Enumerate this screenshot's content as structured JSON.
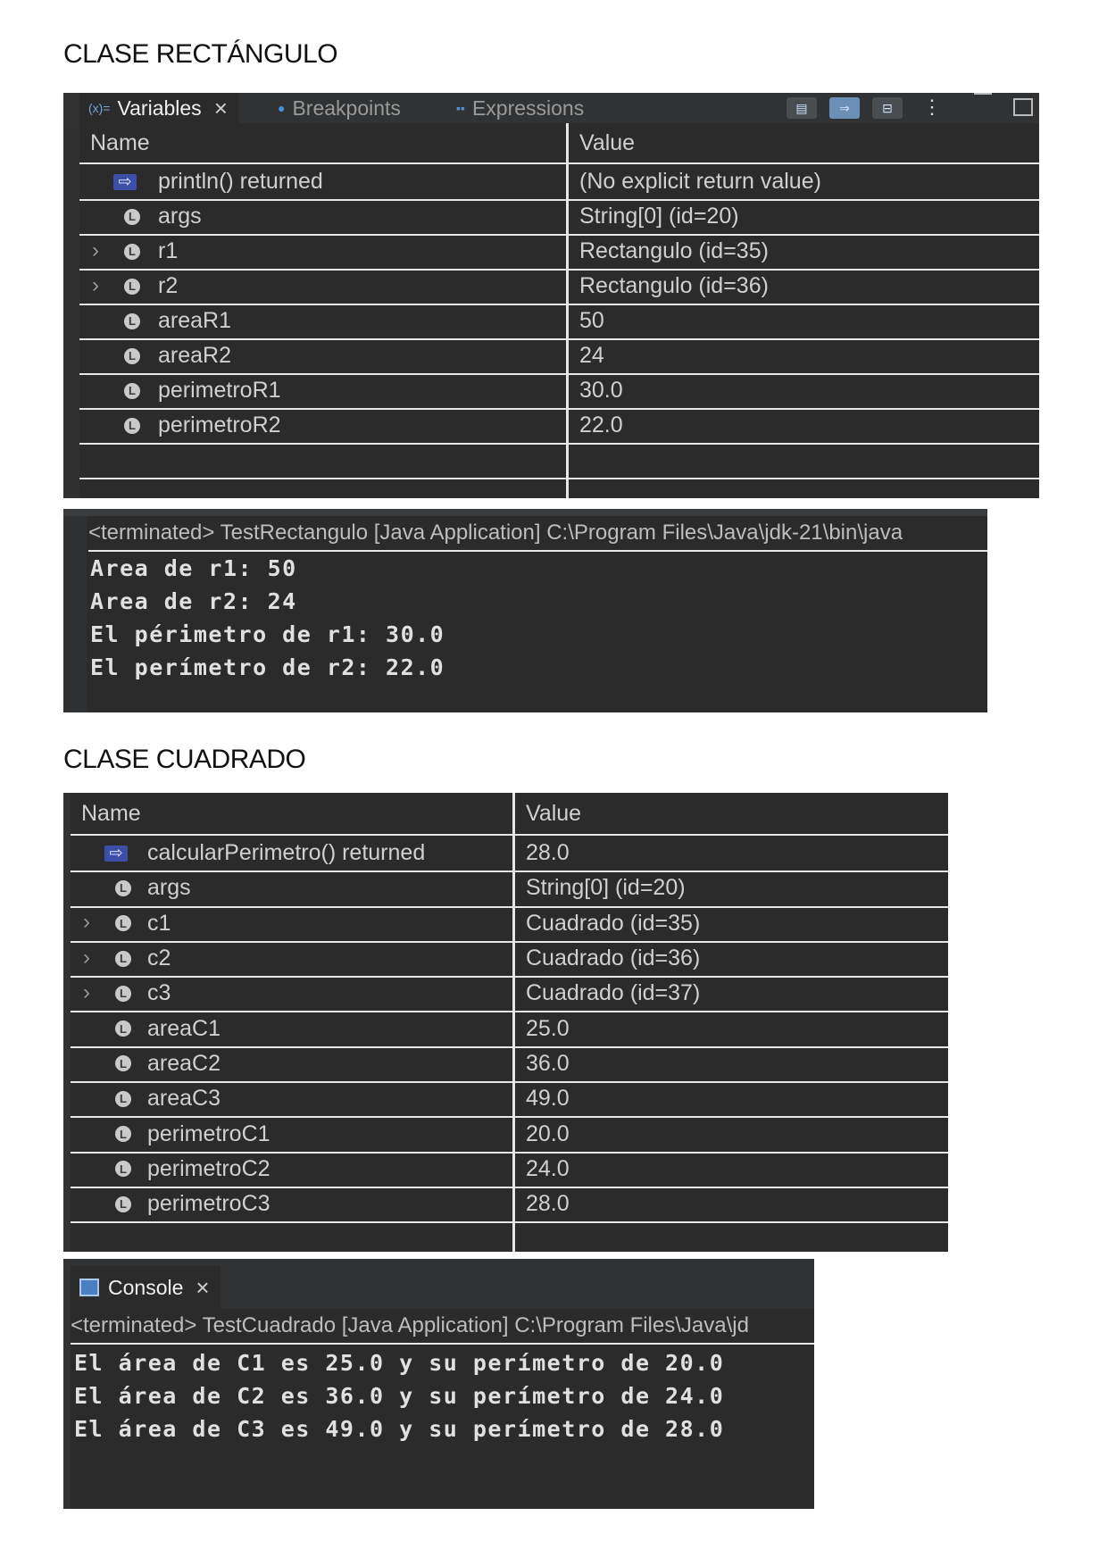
{
  "section1": {
    "heading": "CLASE RECTÁNGULO",
    "tabs": {
      "variables": "Variables",
      "breakpoints": "Breakpoints",
      "expressions": "Expressions"
    },
    "columns": {
      "name": "Name",
      "value": "Value"
    },
    "rows": [
      {
        "name": "println() returned",
        "value": "(No explicit return value)",
        "kind": "return",
        "expandable": false
      },
      {
        "name": "args",
        "value": "String[0]  (id=20)",
        "kind": "local",
        "expandable": false
      },
      {
        "name": "r1",
        "value": "Rectangulo  (id=35)",
        "kind": "local",
        "expandable": true
      },
      {
        "name": "r2",
        "value": "Rectangulo  (id=36)",
        "kind": "local",
        "expandable": true
      },
      {
        "name": "areaR1",
        "value": "50",
        "kind": "local",
        "expandable": false
      },
      {
        "name": "areaR2",
        "value": "24",
        "kind": "local",
        "expandable": false
      },
      {
        "name": "perimetroR1",
        "value": "30.0",
        "kind": "local",
        "expandable": false
      },
      {
        "name": "perimetroR2",
        "value": "22.0",
        "kind": "local",
        "expandable": false
      }
    ],
    "console": {
      "status": "<terminated> TestRectangulo [Java Application] C:\\Program Files\\Java\\jdk-21\\bin\\java",
      "lines": [
        "Area de r1: 50",
        "Area de r2: 24",
        "El périmetro de r1: 30.0",
        "El perímetro de r2: 22.0"
      ]
    }
  },
  "section2": {
    "heading": "CLASE CUADRADO",
    "columns": {
      "name": "Name",
      "value": "Value"
    },
    "rows": [
      {
        "name": "calcularPerimetro() returned",
        "value": "28.0",
        "kind": "return",
        "expandable": false
      },
      {
        "name": "args",
        "value": "String[0]  (id=20)",
        "kind": "local",
        "expandable": false
      },
      {
        "name": "c1",
        "value": "Cuadrado  (id=35)",
        "kind": "local",
        "expandable": true
      },
      {
        "name": "c2",
        "value": "Cuadrado  (id=36)",
        "kind": "local",
        "expandable": true
      },
      {
        "name": "c3",
        "value": "Cuadrado  (id=37)",
        "kind": "local",
        "expandable": true
      },
      {
        "name": "areaC1",
        "value": "25.0",
        "kind": "local",
        "expandable": false
      },
      {
        "name": "areaC2",
        "value": "36.0",
        "kind": "local",
        "expandable": false
      },
      {
        "name": "areaC3",
        "value": "49.0",
        "kind": "local",
        "expandable": false
      },
      {
        "name": "perimetroC1",
        "value": "20.0",
        "kind": "local",
        "expandable": false
      },
      {
        "name": "perimetroC2",
        "value": "24.0",
        "kind": "local",
        "expandable": false
      },
      {
        "name": "perimetroC3",
        "value": "28.0",
        "kind": "local",
        "expandable": false
      }
    ],
    "console": {
      "tab": "Console",
      "status": "<terminated> TestCuadrado [Java Application] C:\\Program Files\\Java\\jd",
      "lines": [
        "El área de C1 es 25.0 y su perímetro de 20.0",
        "El área de C2 es 36.0 y su perímetro de 24.0",
        "El área de C3 es 49.0 y su perímetro de 28.0"
      ]
    }
  },
  "colors": {
    "panel_bg": "#2b2b2b",
    "grid_lines": "#e6e6e6",
    "text": "#d0d0d0",
    "return_icon": "#3c4ea8"
  }
}
